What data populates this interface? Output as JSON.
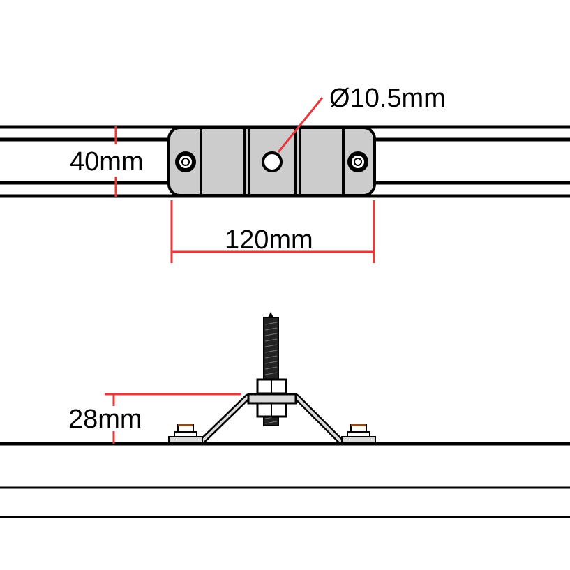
{
  "colors": {
    "line": "#000000",
    "dimension": "#e8373a",
    "bracket_fill": "#cccccc",
    "part_fill": "#d9d9d9",
    "cap_brown": "#8b4a1f",
    "background": "#ffffff"
  },
  "top_view": {
    "height_label": "40mm",
    "width_label": "120mm",
    "hole_label": "Ø10.5mm"
  },
  "side_view": {
    "height_label": "28mm"
  }
}
